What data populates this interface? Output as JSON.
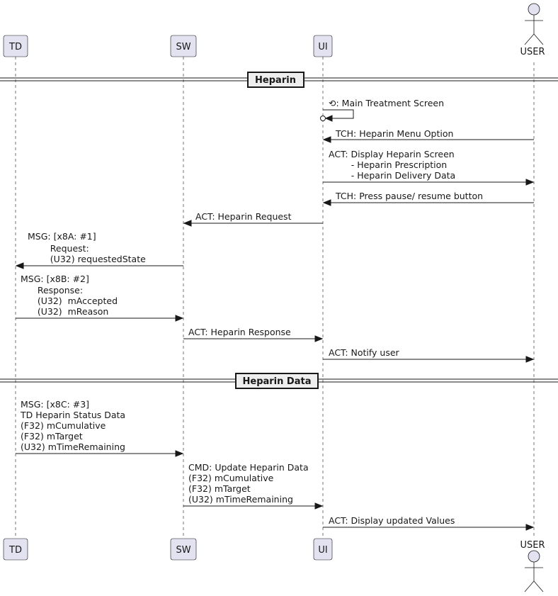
{
  "participants": {
    "td": "TD",
    "sw": "SW",
    "ui": "UI",
    "user": "USER"
  },
  "dividers": {
    "heparin": "Heparin",
    "heparin_data": "Heparin Data"
  },
  "messages": {
    "m1": [
      "⟲: Main Treatment Screen"
    ],
    "m2": [
      "TCH: Heparin Menu Option"
    ],
    "m3": [
      "ACT: Display Heparin Screen",
      "        - Heparin Prescription",
      "        - Heparin Delivery Data"
    ],
    "m4": [
      "TCH: Press pause/ resume button"
    ],
    "m5": [
      "ACT: Heparin Request"
    ],
    "m6": [
      "MSG: [x8A: #1]",
      "        Request:",
      "        (U32) requestedState"
    ],
    "m7": [
      "MSG: [x8B: #2]",
      "      Response:",
      "      (U32)  mAccepted",
      "      (U32)  mReason"
    ],
    "m8": [
      "ACT: Heparin Response"
    ],
    "m9": [
      "ACT: Notify user"
    ],
    "m10": [
      "MSG: [x8C: #3]",
      "TD Heparin Status Data",
      "(F32) mCumulative",
      "(F32) mTarget",
      "(U32) mTimeRemaining"
    ],
    "m11": [
      "CMD: Update Heparin Data",
      "(F32) mCumulative",
      "(F32) mTarget",
      "(U32) mTimeRemaining"
    ],
    "m12": [
      "ACT: Display updated Values"
    ]
  }
}
